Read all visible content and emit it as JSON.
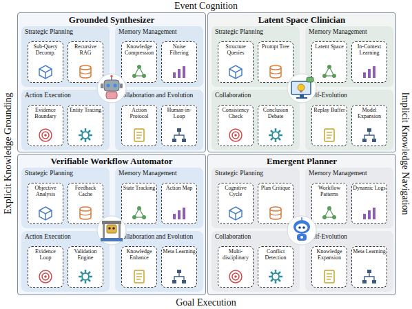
{
  "diagram": {
    "nodes": [
      {
        "text": [
          "Grounded Synthesizer"
        ]
      },
      {
        "text": [
          "Strategic Planning"
        ],
        "in": 0
      },
      {
        "text": [
          "Sub-Query Decomp."
        ],
        "in": 1
      },
      {
        "text": [
          "Recursive RAG"
        ],
        "in": 1
      },
      {
        "text": [
          "Memory Management"
        ],
        "in": 0
      },
      {
        "text": [
          "Knowledge Compression"
        ],
        "in": 4
      },
      {
        "text": [
          "Noise Filtering"
        ],
        "in": 4
      },
      {
        "text": [
          "Action Execution"
        ],
        "in": 0
      },
      {
        "text": [
          "Evidence Boundary"
        ],
        "in": 7
      },
      {
        "text": [
          "Entity Tracing"
        ],
        "in": 7
      },
      {
        "text": [
          "Collaboration and Evolution"
        ],
        "in": 0
      },
      {
        "text": [
          "Action Protocol"
        ],
        "in": 10
      },
      {
        "text": [
          "Human-in-Loop"
        ],
        "in": 10
      },
      {
        "text": [
          "Latent Space Clinician"
        ]
      },
      {
        "text": [
          "Strategic Planning"
        ],
        "in": 13
      },
      {
        "text": [
          "Structure Queries"
        ],
        "in": 14
      },
      {
        "text": [
          "Prompt Tree"
        ],
        "in": 14
      },
      {
        "text": [
          "Memory Management"
        ],
        "in": 13
      },
      {
        "text": [
          "Latent Space"
        ],
        "in": 17
      },
      {
        "text": [
          "In-Context Learning"
        ],
        "in": 17
      },
      {
        "text": [
          "Collaboration"
        ],
        "in": 13
      },
      {
        "text": [
          "Consistency Check"
        ],
        "in": 20
      },
      {
        "text": [
          "Conclusion Debate"
        ],
        "in": 20
      },
      {
        "text": [
          "Self-Evolution"
        ],
        "in": 13
      },
      {
        "text": [
          "Replay Buffer"
        ],
        "in": 23
      },
      {
        "text": [
          "Model Expansion"
        ],
        "in": 23
      },
      {
        "text": [
          "Verifiable Workflow Automator"
        ]
      },
      {
        "text": [
          "Strategic Planning"
        ],
        "in": 26
      },
      {
        "text": [
          "Objective Analysis"
        ],
        "in": 27
      },
      {
        "text": [
          "Feedback Cache"
        ],
        "in": 27
      },
      {
        "text": [
          "Memory Management"
        ],
        "in": 26
      },
      {
        "text": [
          "State Tracking"
        ],
        "in": 30
      },
      {
        "text": [
          "Action Map"
        ],
        "in": 30
      },
      {
        "text": [
          "Action Execution"
        ],
        "in": 26
      },
      {
        "text": [
          "Evidence Loop"
        ],
        "in": 33
      },
      {
        "text": [
          "Validation Engine"
        ],
        "in": 33
      },
      {
        "text": [
          "Collaboration and Evolution"
        ],
        "in": 26
      },
      {
        "text": [
          "Knowledge Enhance"
        ],
        "in": 36
      },
      {
        "text": [
          "Meta Learning"
        ],
        "in": 36
      },
      {
        "text": [
          "Emergent Planner"
        ]
      },
      {
        "text": [
          "Strategic Planning"
        ],
        "in": 39
      },
      {
        "text": [
          "Cognitive Cycle"
        ],
        "in": 40
      },
      {
        "text": [
          "Plan Critique"
        ],
        "in": 40
      },
      {
        "text": [
          "Memory Management"
        ],
        "in": 39
      },
      {
        "text": [
          "Workflow Patterns"
        ],
        "in": 43
      },
      {
        "text": [
          "Dynamic Logs"
        ],
        "in": 43
      },
      {
        "text": [
          "Collaboration"
        ],
        "in": 39
      },
      {
        "text": [
          "Multi-disciplinary"
        ],
        "in": 46
      },
      {
        "text": [
          "Conflict Detection"
        ],
        "in": 46
      },
      {
        "text": [
          "Self-Evolution"
        ],
        "in": 39
      },
      {
        "text": [
          "Knowledge Expansion"
        ],
        "in": 49
      },
      {
        "text": [
          "Meta Learning"
        ],
        "in": 49
      }
    ],
    "labels": [
      "Event Cognition",
      "Explicit Knowledge Grounding",
      "Implicit Knowledge Navigation",
      "Goal Execution"
    ]
  }
}
